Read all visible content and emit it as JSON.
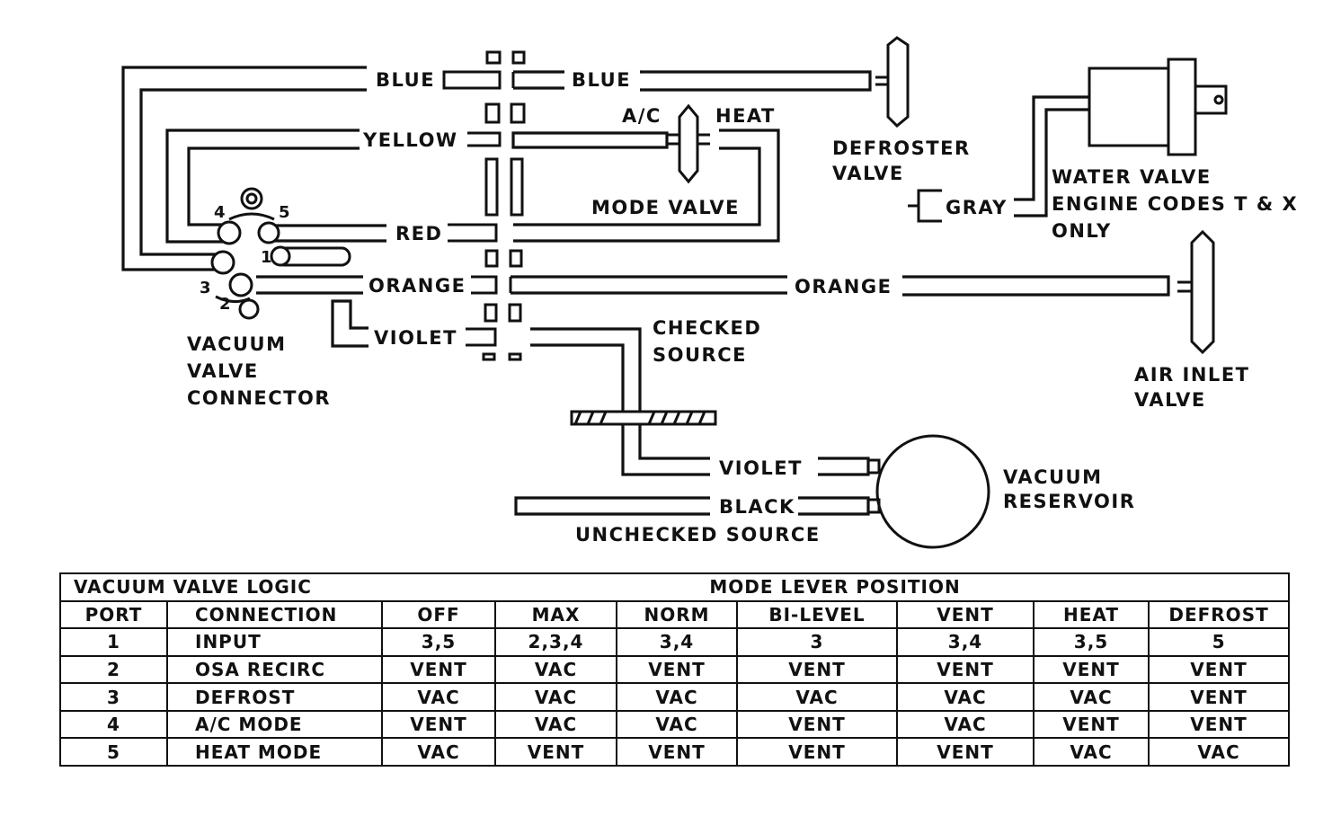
{
  "diagram": {
    "hose_labels": {
      "blue_left": "BLUE",
      "blue_right": "BLUE",
      "yellow": "YELLOW",
      "red": "RED",
      "orange_left": "ORANGE",
      "orange_right": "ORANGE",
      "violet_left": "VIOLET",
      "violet_lower": "VIOLET",
      "black": "BLACK",
      "gray": "GRAY"
    },
    "mode_valve": {
      "ac": "A/C",
      "heat": "HEAT",
      "label": "MODE VALVE"
    },
    "defroster_valve": {
      "line1": "DEFROSTER",
      "line2": "VALVE"
    },
    "water_valve": {
      "line1": "WATER VALVE",
      "line2": "ENGINE CODES T & X",
      "line3": "ONLY"
    },
    "air_inlet_valve": {
      "line1": "AIR INLET",
      "line2": "VALVE"
    },
    "checked_source": {
      "line1": "CHECKED",
      "line2": "SOURCE"
    },
    "vacuum_reservoir": {
      "line1": "VACUUM",
      "line2": "RESERVOIR"
    },
    "unchecked_source": "UNCHECKED SOURCE",
    "vacuum_valve_connector": {
      "line1": "VACUUM",
      "line2": "VALVE",
      "line3": "CONNECTOR"
    },
    "port_numbers": [
      "1",
      "2",
      "3",
      "4",
      "5"
    ]
  },
  "table": {
    "title": "VACUUM VALVE LOGIC",
    "group_header": "MODE LEVER POSITION",
    "columns": [
      "PORT",
      "CONNECTION",
      "OFF",
      "MAX",
      "NORM",
      "BI-LEVEL",
      "VENT",
      "HEAT",
      "DEFROST"
    ],
    "rows": [
      [
        "1",
        "INPUT",
        "3,5",
        "2,3,4",
        "3,4",
        "3",
        "3,4",
        "3,5",
        "5"
      ],
      [
        "2",
        "OSA RECIRC",
        "VENT",
        "VAC",
        "VENT",
        "VENT",
        "VENT",
        "VENT",
        "VENT"
      ],
      [
        "3",
        "DEFROST",
        "VAC",
        "VAC",
        "VAC",
        "VAC",
        "VAC",
        "VAC",
        "VENT"
      ],
      [
        "4",
        "A/C MODE",
        "VENT",
        "VAC",
        "VAC",
        "VENT",
        "VAC",
        "VENT",
        "VENT"
      ],
      [
        "5",
        "HEAT MODE",
        "VAC",
        "VENT",
        "VENT",
        "VENT",
        "VENT",
        "VAC",
        "VAC"
      ]
    ]
  }
}
